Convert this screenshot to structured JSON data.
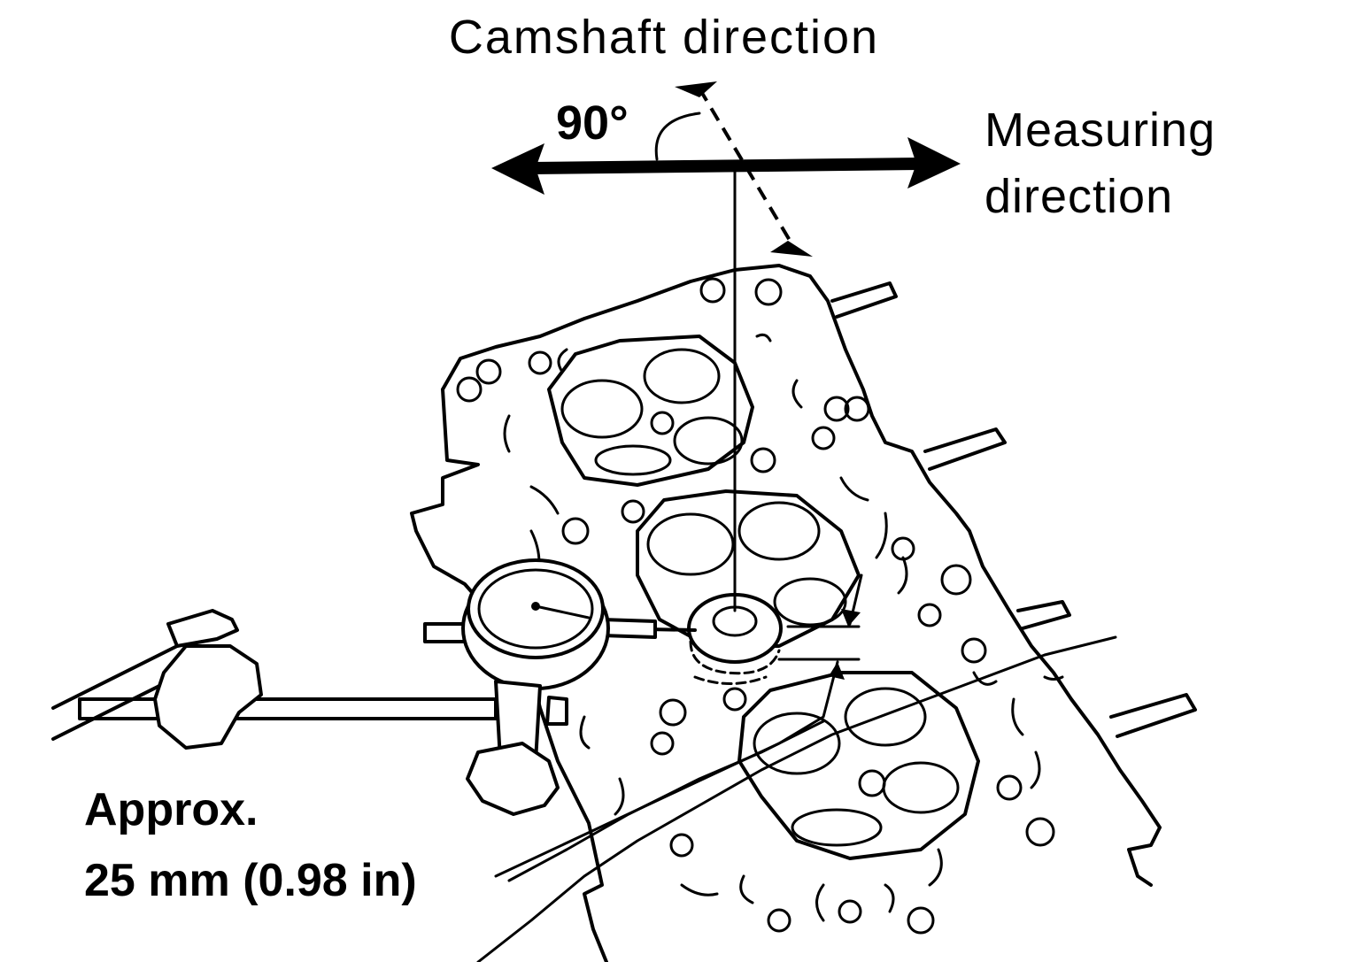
{
  "labels": {
    "camshaft_direction": "Camshaft direction",
    "angle": "90°",
    "measuring_line1": "Measuring",
    "measuring_line2": "direction",
    "approx_line1": "Approx.",
    "approx_line2": "25 mm (0.98 in)"
  },
  "colors": {
    "ink": "#000000",
    "paper": "#ffffff"
  }
}
